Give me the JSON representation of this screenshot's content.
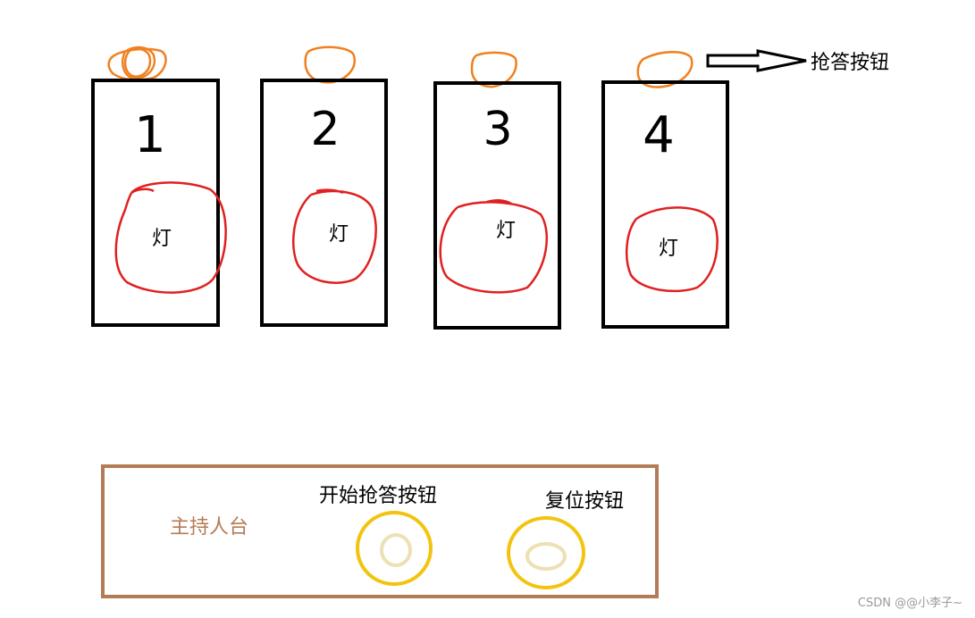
{
  "contestants": [
    {
      "number": "1",
      "lamp_label": "灯"
    },
    {
      "number": "2",
      "lamp_label": "灯"
    },
    {
      "number": "3",
      "lamp_label": "灯"
    },
    {
      "number": "4",
      "lamp_label": "灯"
    }
  ],
  "buzzer_annotation": "抢答按钮",
  "host_panel": {
    "label": "主持人台",
    "start_button_label": "开始抢答按钮",
    "reset_button_label": "复位按钮"
  },
  "watermark": "CSDN @@小李子~",
  "colors": {
    "box_stroke": "#000000",
    "buzzer": "#f08020",
    "lamp": "#e02020",
    "host_box": "#b47b57",
    "host_text": "#b47b57",
    "host_button_outer": "#f2c40e",
    "host_button_inner": "#ece0b4"
  }
}
